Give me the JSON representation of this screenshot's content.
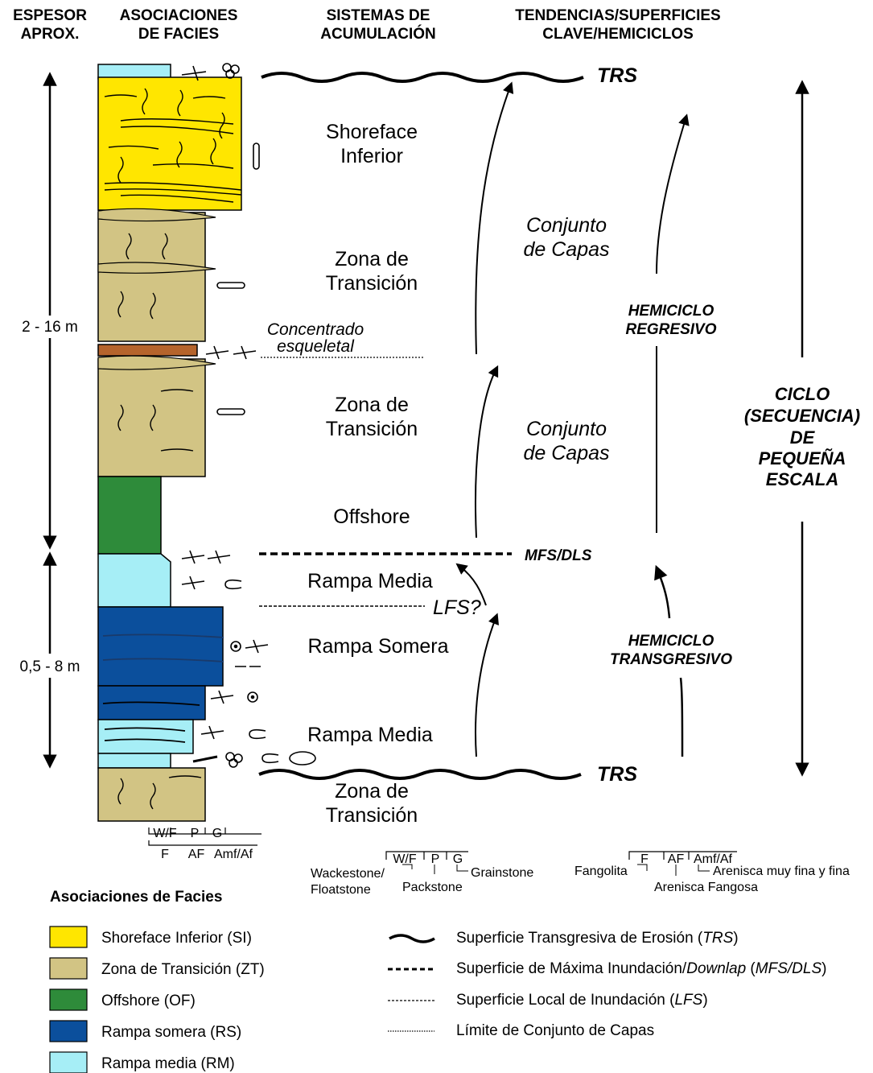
{
  "headers": {
    "col1_line1": "ESPESOR",
    "col1_line2": "APROX.",
    "col2_line1": "ASOCIACIONES",
    "col2_line2": "DE FACIES",
    "col3_line1": "SISTEMAS DE",
    "col3_line2": "ACUMULACIÓN",
    "col4_line1": "TENDENCIAS/SUPERFICIES",
    "col4_line2": "CLAVE/HEMICICLOS"
  },
  "thickness": {
    "upper": "2 - 16 m",
    "lower": "0,5 - 8 m"
  },
  "facies_labels": {
    "shoreface_1": "Shoreface",
    "shoreface_2": "Inferior",
    "zt_upper_1": "Zona de",
    "zt_upper_2": "Transición",
    "concentrado_1": "Concentrado",
    "concentrado_2": "esqueletal",
    "zt_mid_1": "Zona de",
    "zt_mid_2": "Transición",
    "offshore": "Offshore",
    "rampa_media_upper": "Rampa Media",
    "rampa_somera": "Rampa Somera",
    "rampa_media_lower": "Rampa Media",
    "zt_lower_1": "Zona de",
    "zt_lower_2": "Transición"
  },
  "surfaces": {
    "trs_top": "TRS",
    "mfs": "MFS/DLS",
    "lfs": "LFS?",
    "trs_bottom": "TRS"
  },
  "systems": {
    "conjunto_upper_1": "Conjunto",
    "conjunto_upper_2": "de Capas",
    "conjunto_lower_1": "Conjunto",
    "conjunto_lower_2": "de Capas"
  },
  "hemicycles": {
    "regresivo_1": "HEMICICLO",
    "regresivo_2": "REGRESIVO",
    "transgresivo_1": "HEMICICLO",
    "transgresivo_2": "TRANSGRESIVO"
  },
  "cycle": {
    "line1": "CICLO",
    "line2": "(SECUENCIA)",
    "line3": "DE",
    "line4": "PEQUEÑA",
    "line5": "ESCALA"
  },
  "column_scale": {
    "carb_wf": "W/F",
    "carb_p": "P",
    "carb_g": "G",
    "clast_f": "F",
    "clast_af": "AF",
    "clast_amf": "Amf/Af"
  },
  "carbonate_key": {
    "wf": "W/F",
    "p": "P",
    "g": "G",
    "wackestone": "Wackestone/",
    "floatstone": "Floatstone",
    "packstone": "Packstone",
    "grainstone": "Grainstone"
  },
  "siliciclastic_key": {
    "f": "F",
    "af": "AF",
    "amf": "Amf/Af",
    "fangolita": "Fangolita",
    "arenisca_fangosa": "Arenisca Fangosa",
    "arenisca_muy_fina": "Arenisca muy fina y fina"
  },
  "legend": {
    "title": "Asociaciones de Facies",
    "items": [
      {
        "label": "Shoreface Inferior (SI)",
        "color": "#FFE600"
      },
      {
        "label": "Zona de Transición (ZT)",
        "color": "#D2C484"
      },
      {
        "label": "Offshore (OF)",
        "color": "#2E8B3A"
      },
      {
        "label": "Rampa somera (RS)",
        "color": "#0B4F9C"
      },
      {
        "label": "Rampa media (RM)",
        "color": "#A6EEF6"
      }
    ],
    "lines": [
      {
        "pre": "Superficie Transgresiva de Erosión (",
        "em": "TRS",
        "post": ")"
      },
      {
        "pre": "Superficie de Máxima Inundación/",
        "em": "Downlap",
        "post": " (",
        "em2": "MFS/DLS",
        "post2": ")"
      },
      {
        "pre": "Superficie Local de Inundación (",
        "em": "LFS",
        "post": ")"
      },
      {
        "pre": "Límite de Conjunto de Capas",
        "em": "",
        "post": ""
      }
    ]
  }
}
